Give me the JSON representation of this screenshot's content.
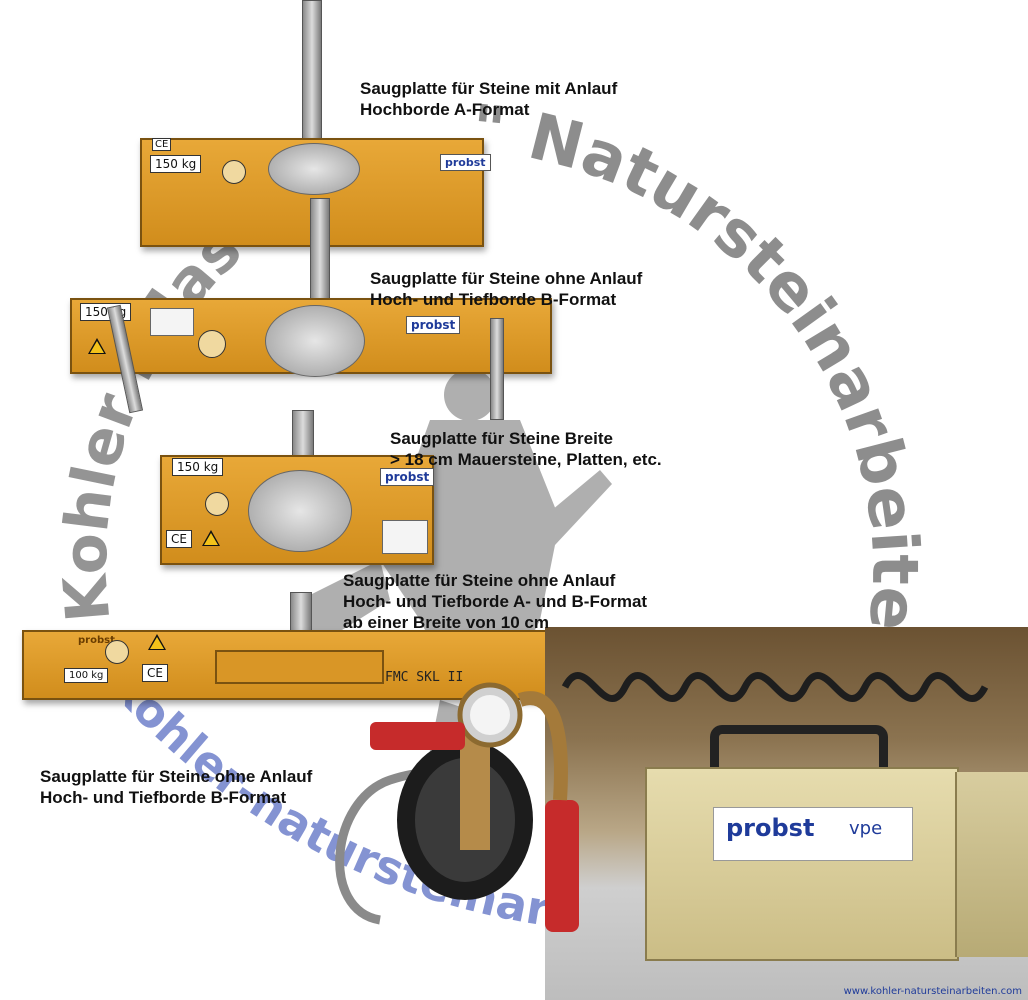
{
  "captions": [
    {
      "line1": "Saugplatte für Steine mit Anlauf",
      "line2": "Hochborde A-Format"
    },
    {
      "line1": "Saugplatte für Steine ohne Anlauf",
      "line2": "Hoch- und Tiefborde B-Format"
    },
    {
      "line1": "Saugplatte für Steine Breite",
      "line2": "> 18 cm Mauersteine, Platten, etc."
    },
    {
      "line1": "Saugplatte für Steine ohne Anlauf",
      "line2": "Hoch- und Tiefborde A- und B-Format",
      "line3": "ab einer Breite von 10 cm"
    },
    {
      "line1": "Saugplatte für Steine ohne Anlauf",
      "line2": "Hoch- und Tiefborde B-Format"
    }
  ],
  "watermark": {
    "arc_text": "\" Natursteinarbeiten\"",
    "left_text": "Kohler Pflaster",
    "bottom_text": "kohler-natursteinarbeiten",
    "color_gray": "#777777",
    "color_blue": "#5b6fc4"
  },
  "plates": [
    {
      "kg": "150 kg",
      "ce": "CE",
      "brand": "probst"
    },
    {
      "kg": "150 kg",
      "brand": "probst"
    },
    {
      "kg": "150 kg",
      "ce": "CE",
      "brand": "probst"
    },
    {
      "kg": "100 kg",
      "ce": "CE",
      "brand": "probst",
      "model": "FMC SKL II"
    }
  ],
  "device": {
    "brand": "probst",
    "sub": "vpe"
  },
  "footer_url": "www.kohler-natursteinarbeiten.com",
  "colors": {
    "plate_orange": "#e0a02a",
    "probst_blue": "#1f3b9a"
  }
}
